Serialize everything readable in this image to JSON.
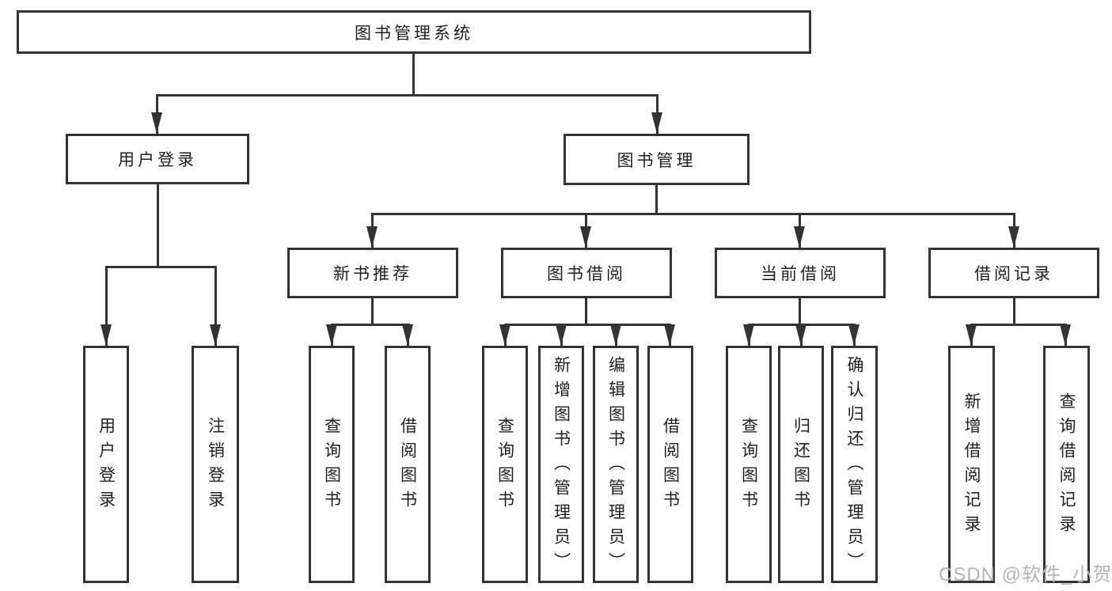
{
  "tree": {
    "root": {
      "label": "图书管理系统"
    },
    "level1": [
      {
        "label": "用户登录"
      },
      {
        "label": "图书管理"
      }
    ],
    "level2": [
      {
        "label": "新书推荐"
      },
      {
        "label": "图书借阅"
      },
      {
        "label": "当前借阅"
      },
      {
        "label": "借阅记录"
      }
    ],
    "leaves": {
      "user_login": [
        {
          "label": "用户登录"
        },
        {
          "label": "注销登录"
        }
      ],
      "new_book": [
        {
          "label": "查询图书"
        },
        {
          "label": "借阅图书"
        }
      ],
      "book_borrow": [
        {
          "label": "查询图书"
        },
        {
          "label": "新增图书（管理员）"
        },
        {
          "label": "编辑图书（管理员）"
        },
        {
          "label": "借阅图书"
        }
      ],
      "current_borrow": [
        {
          "label": "查询图书"
        },
        {
          "label": "归还图书"
        },
        {
          "label": "确认归还（管理员）"
        }
      ],
      "borrow_record": [
        {
          "label": "新增借阅记录"
        },
        {
          "label": "查询借阅记录"
        }
      ]
    }
  },
  "watermark": {
    "text": "CSDN @软件_小贺同学"
  },
  "colors": {
    "line": "#333333",
    "box_background": "#ffffff",
    "text": "#1f1f1f",
    "watermark": "#b4b4b4",
    "page_background": "#ffffff"
  }
}
